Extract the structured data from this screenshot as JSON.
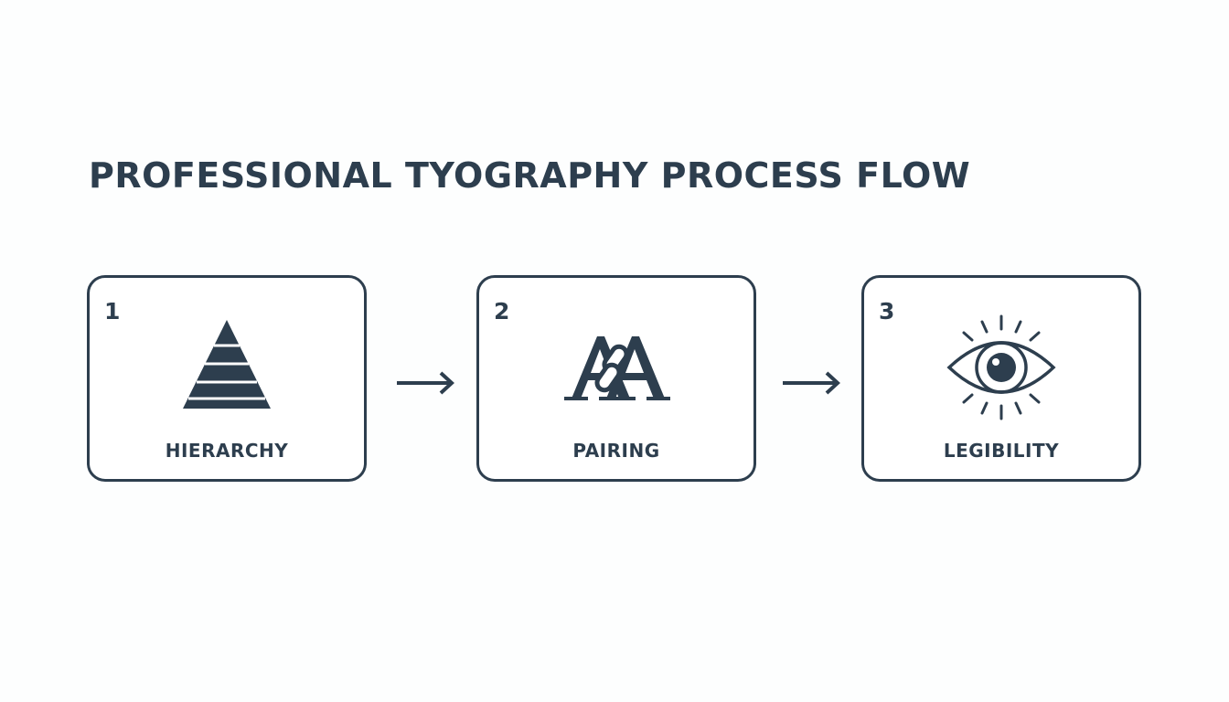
{
  "title": "PROFESSIONAL TYOGRAPHY PROCESS FLOW",
  "colors": {
    "ink": "#2d3e4e",
    "background": "#fdfefe"
  },
  "steps": [
    {
      "number": "1",
      "label": "HIERARCHY",
      "icon": "pyramid-icon"
    },
    {
      "number": "2",
      "label": "PAIRING",
      "icon": "font-pairing-icon"
    },
    {
      "number": "3",
      "label": "LEGIBILITY",
      "icon": "eye-icon"
    }
  ],
  "connectors": [
    "arrow-right-icon",
    "arrow-right-icon"
  ]
}
